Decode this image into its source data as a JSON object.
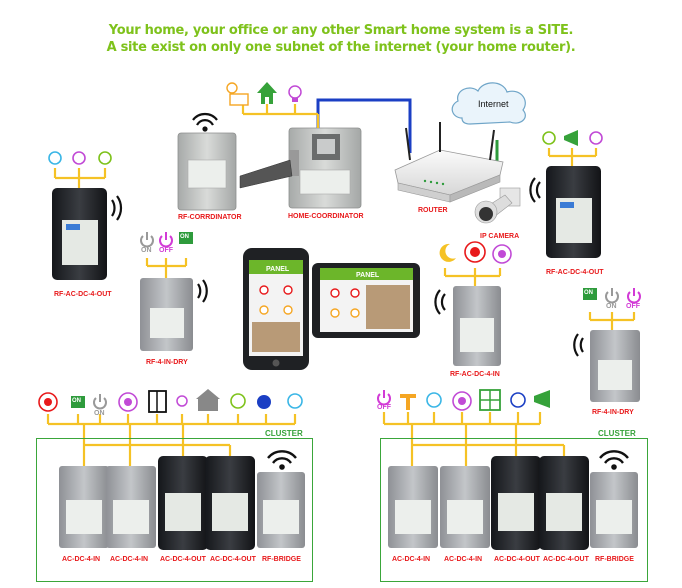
{
  "headline": {
    "line1": "Your home, your office or any other Smart home system is a SITE.",
    "line2": "A site exist on only one subnet of the internet (your home router)."
  },
  "network": {
    "internet": "Internet",
    "router": "ROUTER",
    "ip_camera": "IP CAMERA",
    "rf_coordinator": "RF-CORRDINATOR",
    "home_coordinator": "HOME-COORDINATOR"
  },
  "devices": {
    "rf_ac_dc_4_out_left": "RF-AC-DC-4-OUT",
    "rf_ac_dc_4_out_right": "RF-AC-DC-4-OUT",
    "rf_4_in_dry_left": "RF-4-IN-DRY",
    "rf_4_in_dry_right": "RF-4-IN-DRY",
    "rf_ac_dc_4_in": "RF-AC-DC-4-IN"
  },
  "switch_states": {
    "on": "ON",
    "off": "OFF"
  },
  "panel": {
    "phone_title": "PANEL",
    "tablet_title": "PANEL"
  },
  "clusters": [
    {
      "label": "CLUSTER",
      "devices": [
        "AC-DC-4-IN",
        "AC-DC-4-IN",
        "AC-DC-4-OUT",
        "AC-DC-4-OUT",
        "RF-BRIDGE"
      ]
    },
    {
      "label": "CLUSTER",
      "devices": [
        "AC-DC-4-IN",
        "AC-DC-4-IN",
        "AC-DC-4-OUT",
        "AC-DC-4-OUT",
        "RF-BRIDGE"
      ]
    }
  ],
  "colors": {
    "headline": "#7ec21b",
    "device_label": "#e8191b",
    "connector": "#f5c225",
    "cluster": "#3aa63a",
    "ethernet_blue": "#1b3fc4",
    "ethernet_green": "#2e9b3c"
  }
}
